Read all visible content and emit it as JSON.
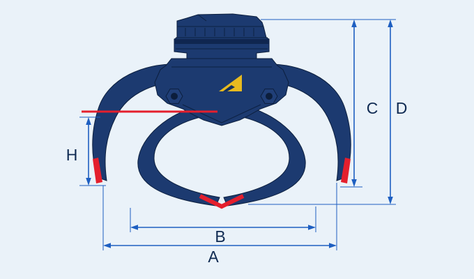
{
  "colors": {
    "background": "#eaf2f9",
    "machine_fill": "#1c3a70",
    "machine_detail": "#0d2142",
    "machine_dark": "#0f2650",
    "pivot_fill": "#203f78",
    "logo_yellow": "#e7ba1f",
    "accent_red": "#e41f2d",
    "dimension_line": "#1e5fc1",
    "label_text": "#0f2a52"
  },
  "dimension_labels": {
    "A": "A",
    "B": "B",
    "C": "C",
    "D": "D",
    "H": "H"
  }
}
